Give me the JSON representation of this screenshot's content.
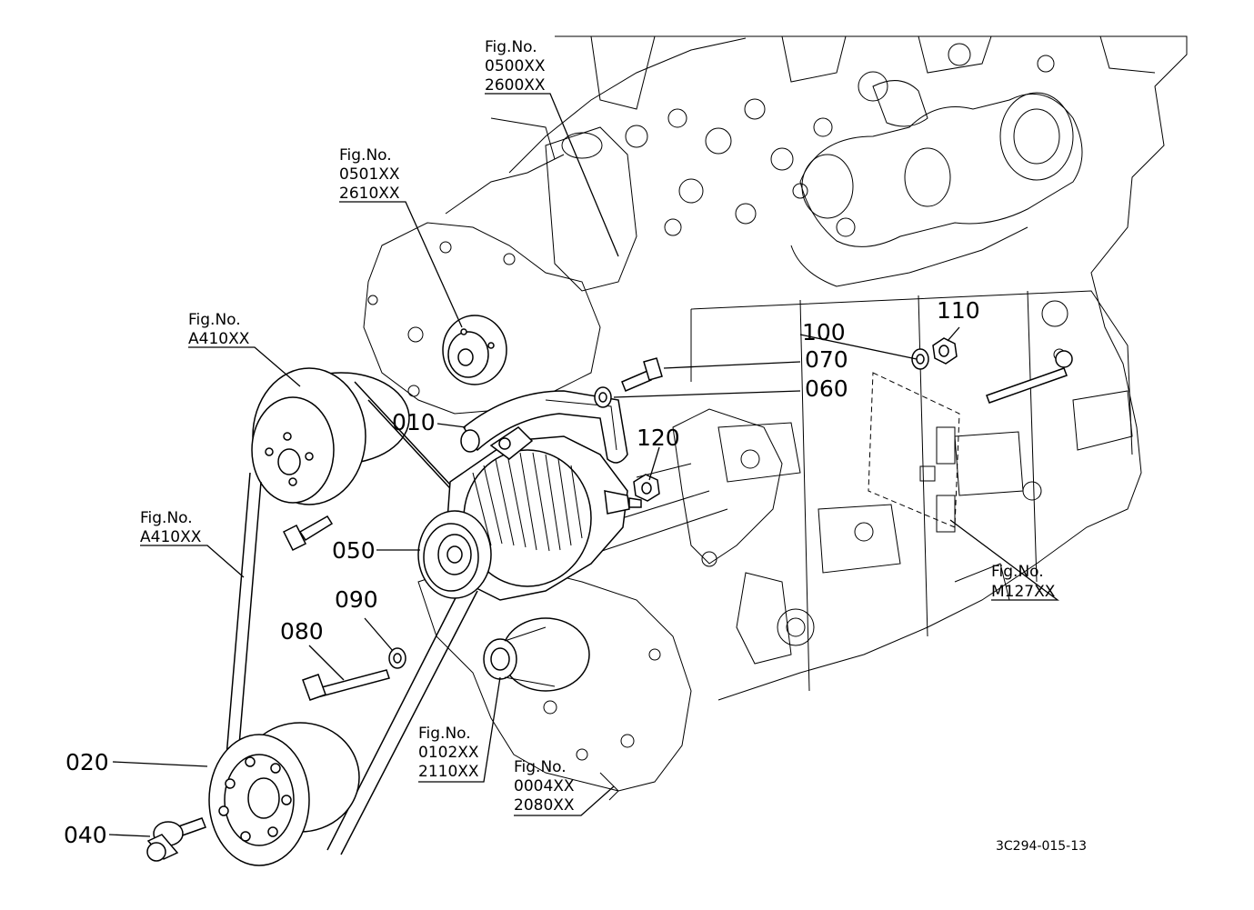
{
  "labels": {
    "p010": "010",
    "p020": "020",
    "p040": "040",
    "p050": "050",
    "p060": "060",
    "p070": "070",
    "p080": "080",
    "p090": "090",
    "p100": "100",
    "p110": "110",
    "p120": "120"
  },
  "refs": {
    "fig_no": "Fig.No.",
    "head": [
      "0500XX",
      "2600XX"
    ],
    "water_pump": [
      "0501XX",
      "2610XX"
    ],
    "fan_upper": "A410XX",
    "fan_lower": "A410XX",
    "crank": [
      "0102XX",
      "2110XX"
    ],
    "gear_case": [
      "0004XX",
      "2080XX"
    ],
    "mount": "M127XX"
  },
  "drawing_code": "3C294-015-13"
}
